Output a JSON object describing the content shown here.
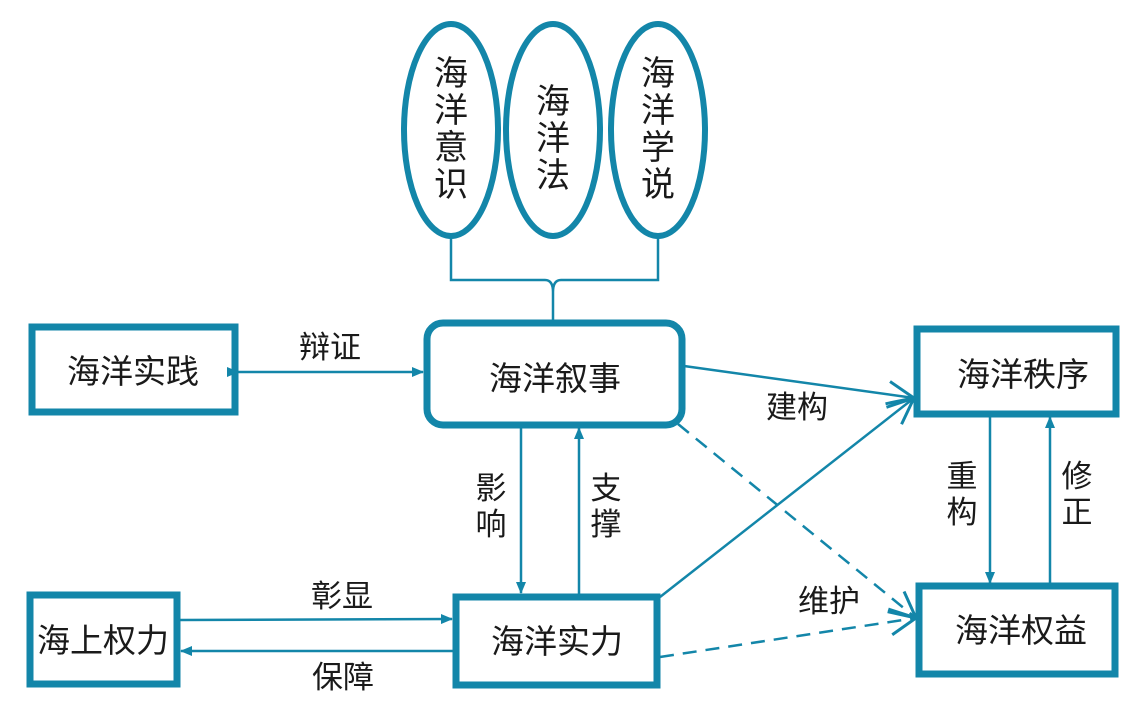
{
  "colors": {
    "stroke": "#1386a9",
    "text": "#1a1a1a",
    "background": "#ffffff"
  },
  "ellipses": [
    {
      "id": "awareness",
      "label": "海洋意识"
    },
    {
      "id": "law",
      "label": "海洋法"
    },
    {
      "id": "doctrine",
      "label": "海洋学说"
    }
  ],
  "nodes": {
    "practice": "海洋实践",
    "narrative": "海洋叙事",
    "order": "海洋秩序",
    "sea_power": "海上权力",
    "strength": "海洋实力",
    "rights": "海洋权益"
  },
  "edges": {
    "dialectic": "辩证",
    "construct": "建构",
    "influence": "影响",
    "support": "支撑",
    "reconstruct": "重构",
    "amend": "修正",
    "manifest": "彰显",
    "guarantee": "保障",
    "maintain": "维护"
  }
}
